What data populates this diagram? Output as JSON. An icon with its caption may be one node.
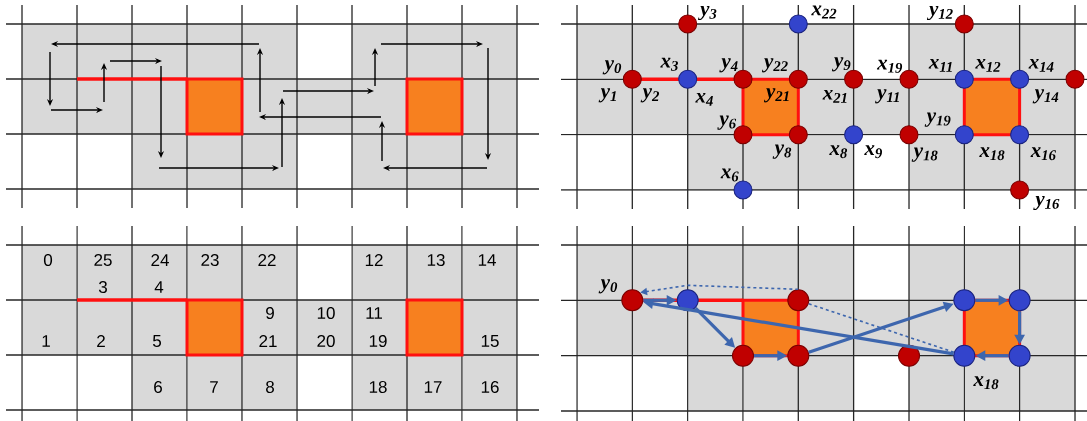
{
  "diagram": {
    "nodes": [
      {
        "text": [],
        "shape": "circle",
        "beside": [
          "y$_{3}$"
        ]
      },
      {
        "text": [],
        "shape": "circle",
        "beside": [
          "x$_{22}$"
        ]
      },
      {
        "text": [],
        "shape": "circle",
        "beside": [
          "y$_{12}$"
        ]
      },
      {
        "text": [],
        "shape": "circle",
        "beside": [
          "y$_{0}$",
          "y$_{1}$",
          "y$_{2}$"
        ]
      },
      {
        "text": [],
        "shape": "circle",
        "beside": [
          "x$_{3}$",
          "x$_{4}$"
        ]
      },
      {
        "text": [],
        "shape": "circle",
        "beside": [
          "y$_{4}$"
        ]
      },
      {
        "text": [],
        "shape": "circle",
        "beside": [
          "y$_{22}$",
          "y$_{21}$"
        ]
      },
      {
        "text": [],
        "shape": "circle",
        "beside": [
          "y$_{9}$",
          "x$_{21}$"
        ]
      },
      {
        "text": [],
        "shape": "circle",
        "beside": [
          "x$_{19}$",
          "y$_{11}$"
        ]
      },
      {
        "text": [],
        "shape": "circle",
        "beside": [
          "x$_{11}$",
          "x$_{12}$"
        ]
      },
      {
        "text": [],
        "shape": "circle",
        "beside": [
          "x$_{14}$"
        ]
      },
      {
        "text": [],
        "shape": "circle",
        "beside": [
          "y$_{14}$"
        ]
      },
      {
        "text": [],
        "shape": "circle",
        "beside": [
          "y$_{6}$"
        ]
      },
      {
        "text": [],
        "shape": "circle",
        "beside": [
          "y$_{8}$"
        ]
      },
      {
        "text": [],
        "shape": "circle",
        "beside": [
          "x$_{8}$",
          "x$_{9}$"
        ]
      },
      {
        "text": [],
        "shape": "circle",
        "beside": [
          "y$_{19}$",
          "y$_{18}$"
        ]
      },
      {
        "text": [],
        "shape": "circle",
        "beside": [
          "x$_{18}$"
        ]
      },
      {
        "text": [],
        "shape": "circle",
        "beside": [
          "x$_{16}$"
        ]
      },
      {
        "text": [],
        "shape": "circle",
        "beside": [
          "x$_{6}$"
        ]
      },
      {
        "text": [],
        "shape": "circle",
        "beside": [
          "y$_{16}$"
        ]
      },
      {
        "text": [],
        "shape": "circle",
        "beside": [
          "y$_{0}$"
        ]
      },
      {
        "text": [],
        "shape": "circle"
      },
      {
        "text": [],
        "shape": "circle"
      },
      {
        "text": [],
        "shape": "circle"
      },
      {
        "text": [],
        "shape": "circle"
      },
      {
        "text": [],
        "shape": "circle"
      },
      {
        "text": [],
        "shape": "circle"
      },
      {
        "text": [],
        "shape": "circle"
      },
      {
        "text": [],
        "shape": "circle",
        "beside": [
          "x$_{18}$"
        ]
      },
      {
        "text": [],
        "shape": "circle"
      }
    ],
    "edges": [
      {
        "from": 20,
        "to": 21,
        "arrow": "to"
      },
      {
        "from": 21,
        "to": 25,
        "arrow": "to"
      },
      {
        "from": 25,
        "to": 26,
        "arrow": "to"
      },
      {
        "from": 26,
        "to": 23,
        "arrow": "to"
      },
      {
        "from": 23,
        "to": 24,
        "arrow": "to"
      },
      {
        "from": 24,
        "to": 29,
        "arrow": "to"
      },
      {
        "from": 29,
        "to": 28,
        "arrow": "to"
      },
      {
        "from": 28,
        "to": 20,
        "arrow": "to"
      },
      {
        "from": 22,
        "to": 20,
        "arrow": "to",
        "style": "dashed"
      },
      {
        "from": 28,
        "to": 22,
        "arrow": "none",
        "style": "dashed"
      }
    ],
    "labels": [
      "0",
      "25",
      "24",
      "23",
      "22",
      "12",
      "13",
      "14",
      "3",
      "4",
      "9",
      "10",
      "11",
      "1",
      "2",
      "5",
      "21",
      "20",
      "19",
      "15",
      "6",
      "7",
      "8",
      "18",
      "17",
      "16"
    ]
  }
}
